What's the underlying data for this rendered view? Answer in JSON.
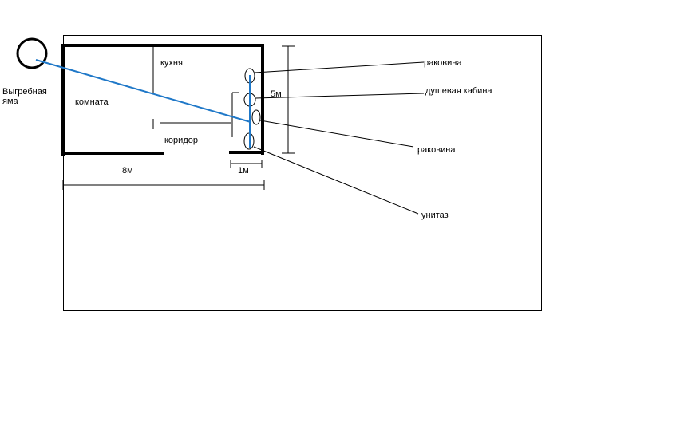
{
  "labels": {
    "pit": [
      "Выгребная",
      "яма"
    ],
    "room": "комната",
    "kitchen": "кухня",
    "corridor": "коридор",
    "dim_width": "8м",
    "dim_bath": "1м",
    "dim_height": "5м",
    "sink_top": "раковина",
    "shower": "душевая кабина",
    "sink_bottom": "раковина",
    "toilet": "унитаз"
  },
  "colors": {
    "walls": "#000000",
    "pipe": "#1f78c8",
    "background": "#ffffff"
  }
}
